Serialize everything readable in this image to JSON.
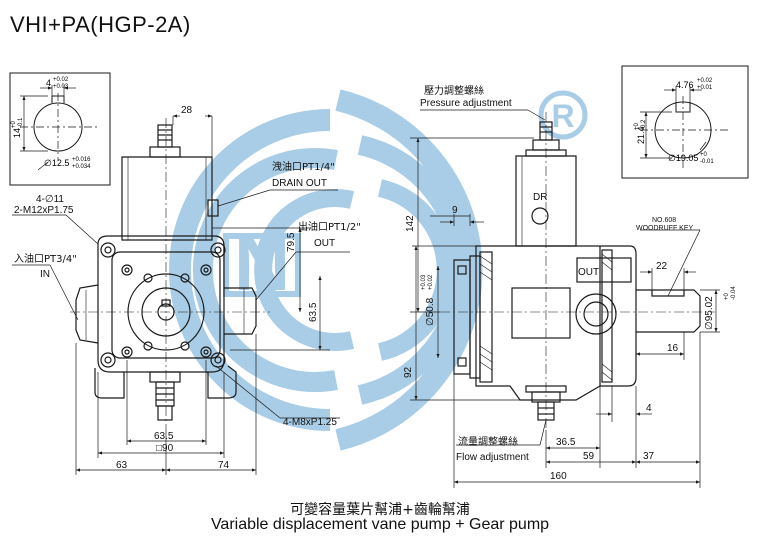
{
  "title": "VHI+PA(HGP-2A)",
  "caption_zh": "可變容量葉片幫浦+齒輪幫浦",
  "caption_en": "Variable displacement vane pump + Gear pump",
  "watermark_mark": "R",
  "colors": {
    "line": "#1a1a1a",
    "watermark": "#a9cde6",
    "watermark_dark": "#6ea8d4"
  },
  "left_view": {
    "dim_width_top": "28",
    "drain": {
      "zh": "洩油口PT1/4\"",
      "en": "DRAIN OUT"
    },
    "holes": "4-∅11",
    "thread": "2-M12xP1.75",
    "inlet": {
      "zh": "入油口PT3/4\"",
      "en": "IN"
    },
    "outlet": {
      "zh": "出油口PT1/2\"",
      "en": "OUT"
    },
    "dim_79_5": "79.5",
    "dim_63_5_v": "63.5",
    "bolts": "4-M8xP1.25",
    "dim_63_5_h": "63.5",
    "dim_sq90": "□90",
    "dim_63": "63",
    "dim_74": "74"
  },
  "key_detail_left": {
    "width": "4",
    "width_tol_top": "+0.02",
    "width_tol_bottom": "+0.03",
    "depth": "14",
    "depth_tol_top": "+0",
    "depth_tol_bottom": "-0.1",
    "dia": "∅12.5",
    "dia_tol_top": "+0.016",
    "dia_tol_bottom": "+0.034"
  },
  "right_view": {
    "pressure": {
      "zh": "壓力調整螺絲",
      "en": "Pressure adjustment"
    },
    "dr": "DR",
    "out": "OUT",
    "dim_9": "9",
    "dim_142": "142",
    "bore": "∅50.8",
    "bore_tol_top": "+0.03",
    "bore_tol_bottom": "+0.02",
    "dim_92": "92",
    "flow": {
      "zh": "流量調整螺絲",
      "en": "Flow adjustment"
    },
    "dim_36_5": "36.5",
    "dim_59": "59",
    "dim_37": "37",
    "dim_160": "160",
    "dim_4": "4",
    "dim_22": "22",
    "dim_16": "16",
    "key_label_1": "NO.608",
    "key_label_2": "WOODRUFF KEY",
    "shaft": "∅95.02",
    "shaft_tol_top": "+0",
    "shaft_tol_bottom": "-0.04"
  },
  "key_detail_right": {
    "width": "4.76",
    "width_tol_top": "+0.02",
    "width_tol_bottom": "+0.01",
    "depth": "21.4",
    "depth_tol_top": "+0",
    "depth_tol_bottom": "-0.2",
    "dia": "∅19.05",
    "dia_tol_top": "+0",
    "dia_tol_bottom": "-0.01"
  }
}
